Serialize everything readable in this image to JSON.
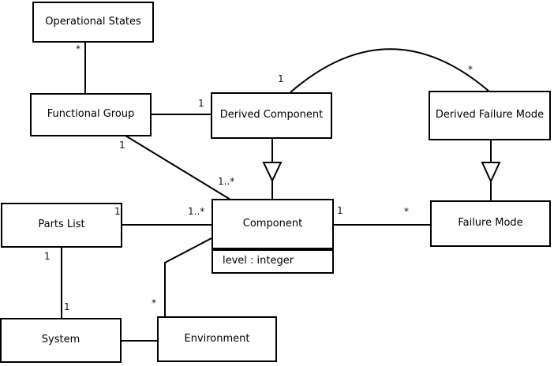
{
  "diagram": {
    "type": "uml-class-diagram",
    "background_color": "#ffffff",
    "line_color": "#000000",
    "box_fill_color": "#ffffff",
    "classes": [
      {
        "name": "Operational States"
      },
      {
        "name": "Functional Group"
      },
      {
        "name": "Derived Component"
      },
      {
        "name": "Derived Failure Mode"
      },
      {
        "name": "Parts List"
      },
      {
        "name": "Component",
        "attributes": [
          "level : integer"
        ]
      },
      {
        "name": "Failure Mode"
      },
      {
        "name": "System"
      },
      {
        "name": "Environment"
      }
    ],
    "associations": [
      {
        "source": "Operational States",
        "target": "Functional Group",
        "source_mult": "*",
        "target_mult": "",
        "type": "association"
      },
      {
        "source": "Functional Group",
        "target": "Derived Component",
        "source_mult": "",
        "target_mult": "1",
        "type": "association"
      },
      {
        "source": "Derived Component",
        "target": "Derived Failure Mode",
        "source_mult": "1",
        "target_mult": "*",
        "type": "association-arc"
      },
      {
        "source": "Derived Component",
        "target": "Component",
        "source_mult": "",
        "target_mult": "",
        "type": "generalization-triangle-toward-component"
      },
      {
        "source": "Derived Failure Mode",
        "target": "Failure Mode",
        "source_mult": "",
        "target_mult": "",
        "type": "generalization-triangle-toward-failure-mode"
      },
      {
        "source": "Functional Group",
        "target": "Component",
        "source_mult": "1",
        "target_mult": "1..*",
        "type": "association"
      },
      {
        "source": "Parts List",
        "target": "Component",
        "source_mult": "1",
        "target_mult": "1..*",
        "type": "association"
      },
      {
        "source": "Component",
        "target": "Failure Mode",
        "source_mult": "1",
        "target_mult": "*",
        "type": "association"
      },
      {
        "source": "Parts List",
        "target": "System",
        "source_mult": "1",
        "target_mult": "1",
        "type": "association"
      },
      {
        "source": "System",
        "target": "Environment",
        "source_mult": "",
        "target_mult": "",
        "type": "association"
      },
      {
        "source": "Environment",
        "target": "Component",
        "source_mult": "*",
        "target_mult": "",
        "type": "association-bent"
      }
    ]
  }
}
